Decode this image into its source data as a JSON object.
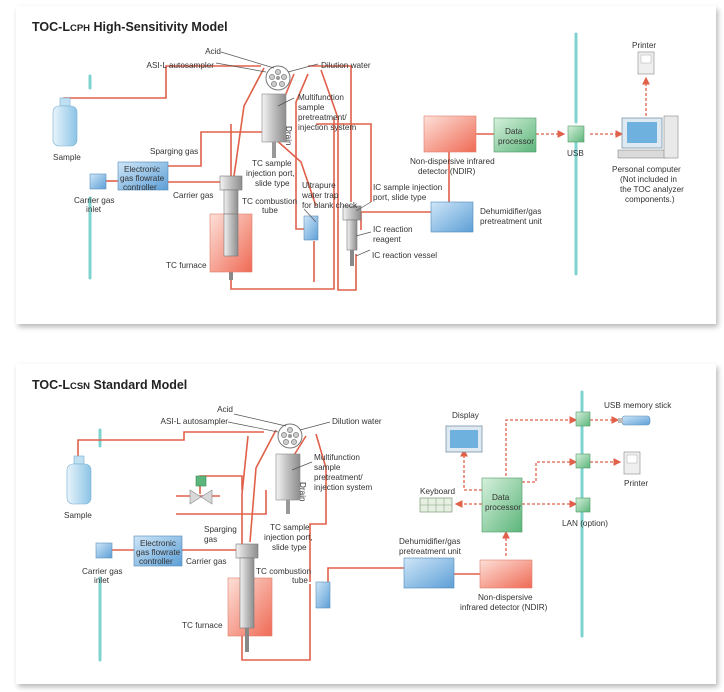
{
  "colors": {
    "pipe": "#e0604a",
    "rail": "#7fd3cf",
    "box_blue": "#6fa8d8",
    "box_green": "#7cc296",
    "box_red": "#f07d6a"
  },
  "panel1": {
    "title_prefix": "TOC-L",
    "title_sub": "CPH",
    "title_rest": " High-Sensitivity Model",
    "labels": {
      "acid": "Acid",
      "autosampler": "ASI-L autosampler",
      "dilution": "Dilution water",
      "multi1": "Multifunction",
      "multi2": "sample",
      "multi3": "pretreatment/",
      "multi4": "injection system",
      "drain": "Drain",
      "sample": "Sample",
      "sparging": "Sparging gas",
      "efc1": "Electronic",
      "efc2": "gas flowrate",
      "efc3": "controller",
      "carrier_gas": "Carrier gas",
      "carrier_inlet1": "Carrier gas",
      "carrier_inlet2": "inlet",
      "tc_port1": "TC sample",
      "tc_port2": "injection port,",
      "tc_port3": "slide type",
      "tc_tube1": "TC combustion",
      "tc_tube2": "tube",
      "tc_furnace": "TC furnace",
      "ultrapure1": "Ultrapure",
      "ultrapure2": "water trap",
      "ultrapure3": "for blank check",
      "ic_port1": "IC sample injection",
      "ic_port2": "port, slide type",
      "ic_reagent1": "IC reaction",
      "ic_reagent2": "reagent",
      "ic_vessel": "IC reaction vessel",
      "ndir1": "Non-dispersive infrared",
      "ndir2": "detector (NDIR)",
      "dp1": "Data",
      "dp2": "processor",
      "usb": "USB",
      "dehum1": "Dehumidifier/gas",
      "dehum2": "pretreatment unit",
      "printer": "Printer",
      "pc1": "Personal computer",
      "pc2": "(Not included in",
      "pc3": "the TOC analyzer",
      "pc4": "components.)"
    }
  },
  "panel2": {
    "title_prefix": "TOC-L",
    "title_sub": "CSN",
    "title_rest": " Standard Model",
    "labels": {
      "acid": "Acid",
      "autosampler": "ASI-L autosampler",
      "dilution": "Dilution water",
      "multi1": "Multifunction",
      "multi2": "sample",
      "multi3": "pretreatment/",
      "multi4": "injection system",
      "drain": "Drain",
      "sample": "Sample",
      "sparging1": "Sparging",
      "sparging2": "gas",
      "efc1": "Electronic",
      "efc2": "gas flowrate",
      "efc3": "controller",
      "carrier_gas": "Carrier gas",
      "carrier_inlet1": "Carrier gas",
      "carrier_inlet2": "inlet",
      "tc_port1": "TC sample",
      "tc_port2": "injection port,",
      "tc_port3": "slide type",
      "tc_tube1": "TC combustion",
      "tc_tube2": "tube",
      "tc_furnace": "TC furnace",
      "display": "Display",
      "keyboard": "Keyboard",
      "dp1": "Data",
      "dp2": "processor",
      "dehum1": "Dehumidifier/gas",
      "dehum2": "pretreatment unit",
      "ndir1": "Non-dispersive",
      "ndir2": "infrared detector (NDIR)",
      "usb_stick": "USB memory stick",
      "printer": "Printer",
      "lan": "LAN (option)"
    }
  }
}
